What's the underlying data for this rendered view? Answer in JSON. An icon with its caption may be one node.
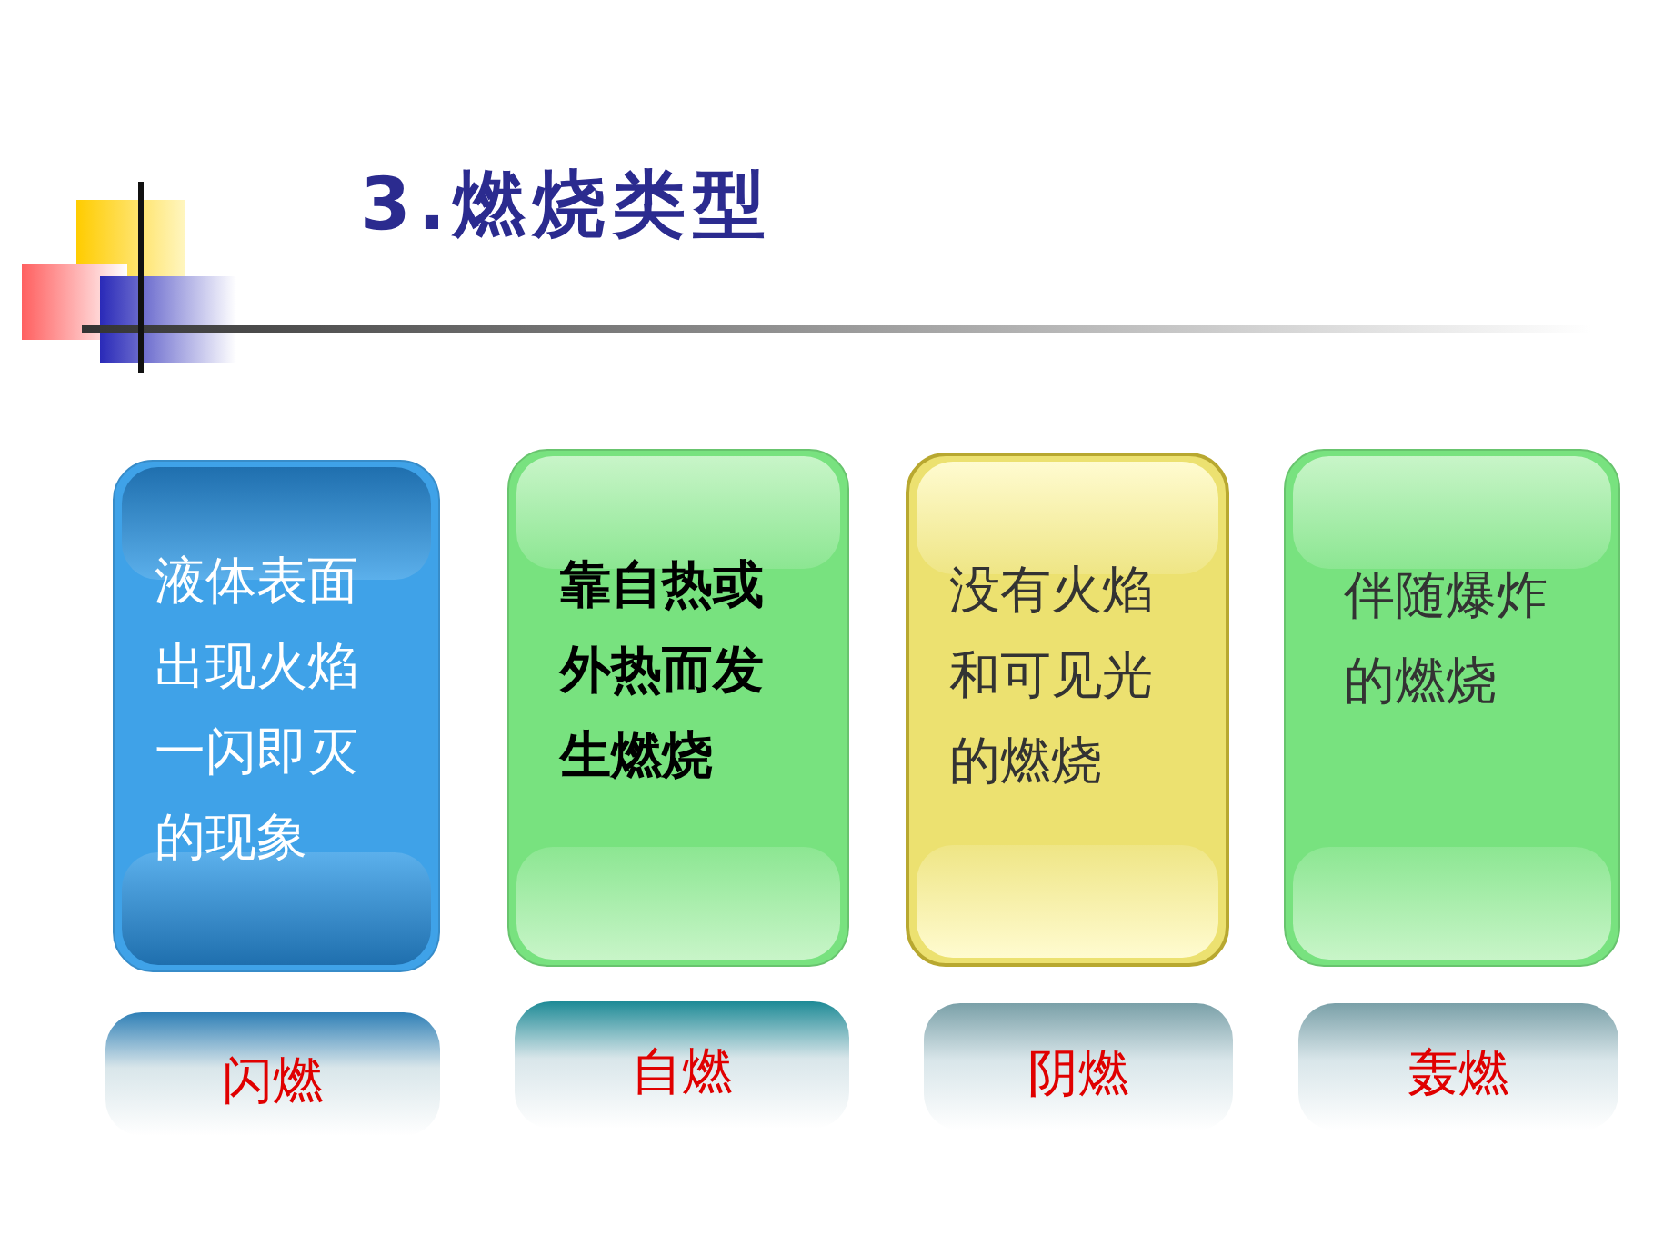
{
  "diagram": {
    "title": "3.燃烧类型",
    "nodes": [
      {
        "text": [
          "液体表面出现火焰一闪即灭的现象"
        ]
      },
      {
        "text": [
          "靠自热或外热而发生燃烧"
        ]
      },
      {
        "text": [
          "没有火焰和可见光的燃烧"
        ]
      },
      {
        "text": [
          "伴随爆炸的燃烧"
        ]
      },
      {
        "text": [
          "闪燃"
        ]
      },
      {
        "text": [
          "自燃"
        ]
      },
      {
        "text": [
          "阴燃"
        ]
      },
      {
        "text": [
          "轰燃"
        ]
      }
    ]
  }
}
